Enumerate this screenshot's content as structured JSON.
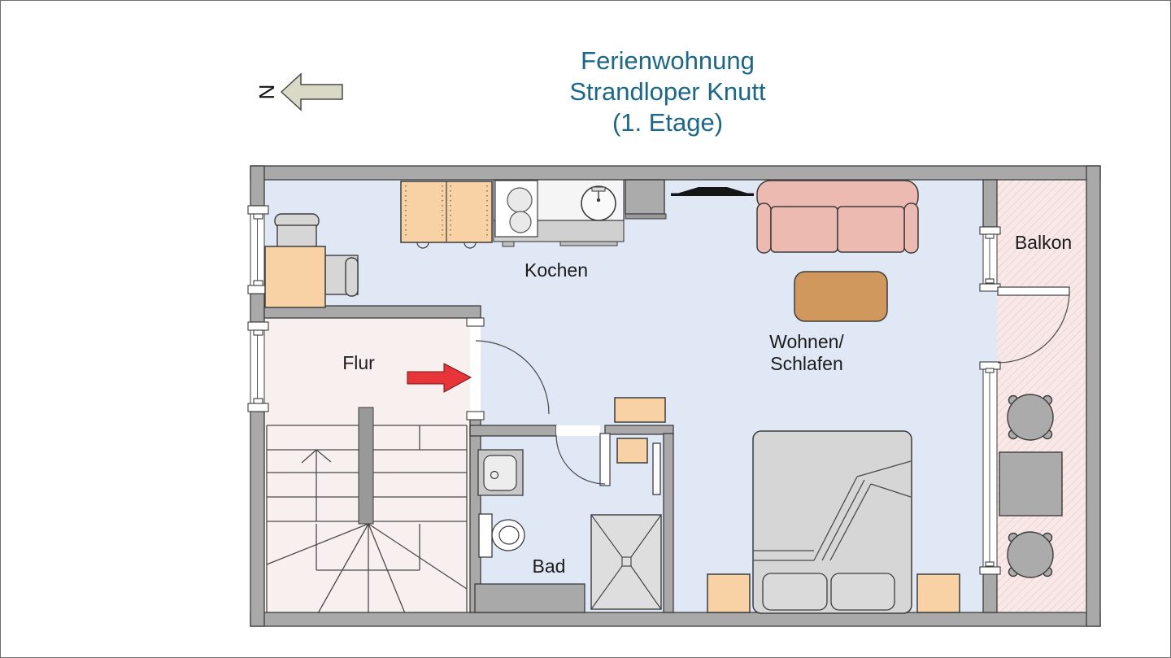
{
  "title": {
    "line1": "Ferienwohnung",
    "line2": "Strandloper Knutt",
    "line3": "(1. Etage)"
  },
  "north_indicator": {
    "label": "N"
  },
  "rooms": {
    "kitchen": {
      "label": "Kochen"
    },
    "hallway": {
      "label": "Flur"
    },
    "bathroom": {
      "label": "Bad"
    },
    "living": {
      "label_line1": "Wohnen/",
      "label_line2": "Schlafen"
    },
    "balcony": {
      "label": "Balkon"
    }
  },
  "colors": {
    "title_text": "#19678a",
    "wall": "#a9a9a9",
    "wall_outline": "#3c3c3c",
    "floor_main": "#dfe8f4",
    "floor_hall": "#f8f0ef",
    "balcony_floor": "#f9e8e8",
    "balcony_hatch": "#eed3d3",
    "furniture_orange": "#f8d2a4",
    "sofa_pink": "#edbab2",
    "coffee_table_brown": "#d0985c",
    "bed_gray": "#d6d6d6",
    "entrance_arrow_red": "#e8353a",
    "north_arrow_fill": "#d8dac6"
  }
}
